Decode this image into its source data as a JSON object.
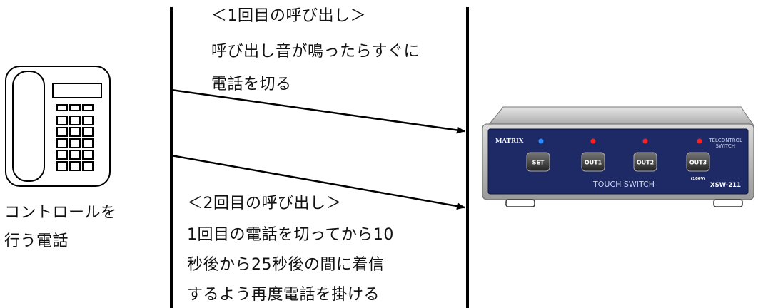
{
  "phone": {
    "label_line1": "コントロールを",
    "label_line2": "行う電話"
  },
  "call1": {
    "title": "＜1回目の呼び出し＞",
    "line1": "呼び出し音が鳴ったらすぐに",
    "line2": "電話を切る"
  },
  "call2": {
    "title": "＜2回目の呼び出し＞",
    "line1": "1回目の電話を切ってから10",
    "line2": "秒後から25秒後の間に着信",
    "line3": "するよう再度電話を掛ける"
  },
  "device": {
    "brand": "MATRIX",
    "set_label": "SET",
    "out1_label": "OUT1",
    "out2_label": "OUT2",
    "out3_label": "OUT3",
    "out3_note": "(100V)",
    "panel_label": "TOUCH SWITCH",
    "model": "XSW-211",
    "title_line1": "TELCONTROL",
    "title_line2": "SWITCH",
    "colors": {
      "panel": "#1e2a66",
      "body": "#c8c8c8",
      "led_blue": "#2a8cff",
      "led_red": "#ff2020"
    }
  }
}
